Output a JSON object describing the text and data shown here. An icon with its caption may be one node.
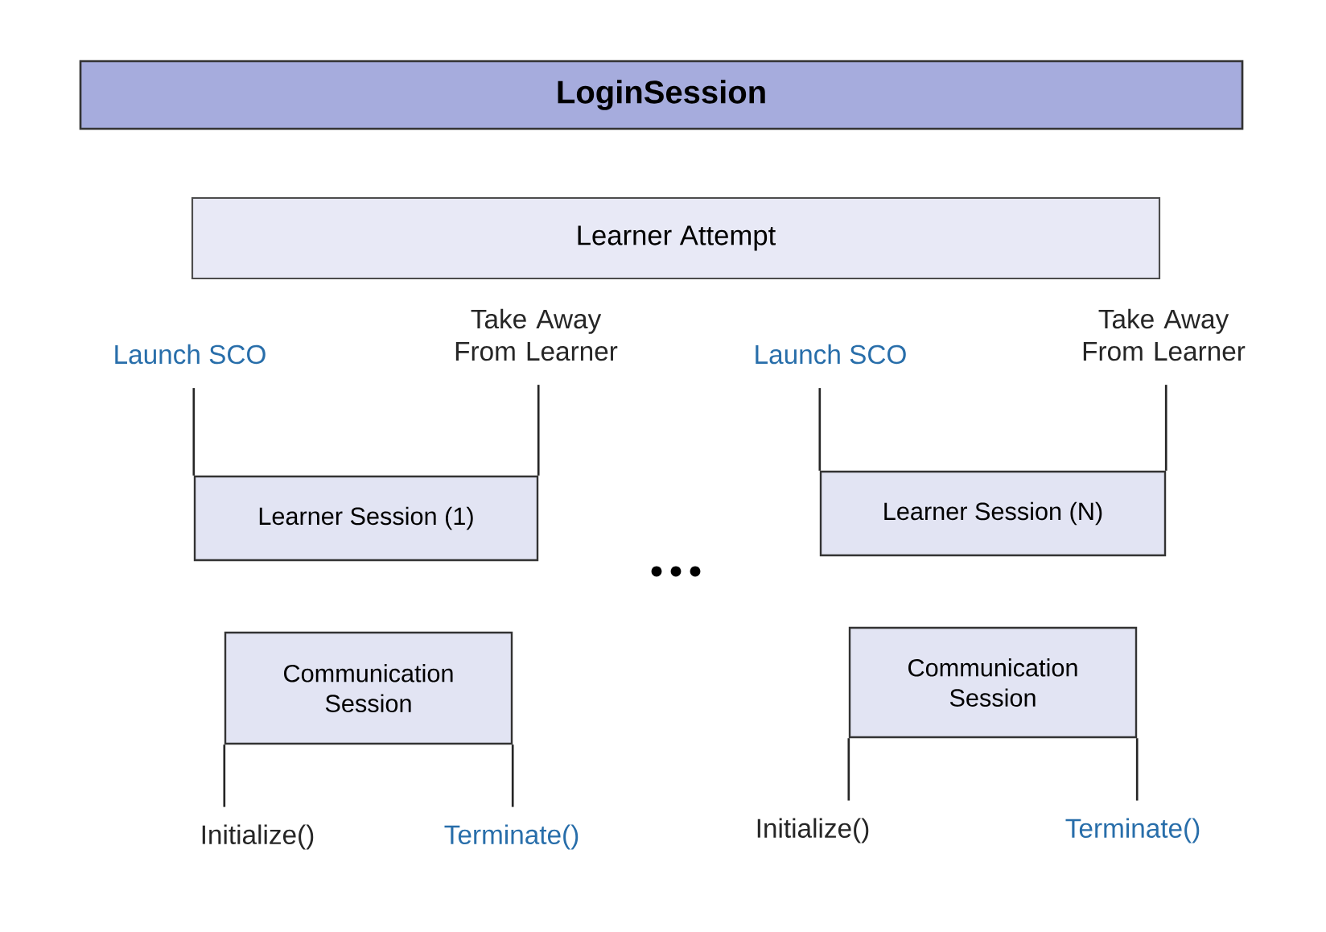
{
  "diagram": {
    "nodes": [
      {
        "text": [
          "LoginSession"
        ]
      },
      {
        "text": [
          "Learner Attempt"
        ]
      },
      {
        "text": [
          "Launch SCO"
        ]
      },
      {
        "text": [
          "Take Away From Learner"
        ]
      },
      {
        "text": [
          "Learner Session (1)"
        ]
      },
      {
        "text": [
          "Launch SCO"
        ]
      },
      {
        "text": [
          "Take Away From Learner"
        ]
      },
      {
        "text": [
          "Learner Session (N)"
        ]
      },
      {
        "text": [
          "Communication Session"
        ]
      },
      {
        "text": [
          "Initialize()"
        ]
      },
      {
        "text": [
          "Terminate()"
        ]
      },
      {
        "text": [
          "Communication Session"
        ]
      },
      {
        "text": [
          "Initialize()"
        ]
      },
      {
        "text": [
          "Terminate()"
        ]
      }
    ],
    "edges": [
      {
        "from": 2,
        "to": 4,
        "arrow": "none"
      },
      {
        "from": 3,
        "to": 4,
        "arrow": "none"
      },
      {
        "from": 5,
        "to": 7,
        "arrow": "none"
      },
      {
        "from": 6,
        "to": 7,
        "arrow": "none"
      },
      {
        "from": 8,
        "to": 9,
        "arrow": "none"
      },
      {
        "from": 8,
        "to": 10,
        "arrow": "none"
      },
      {
        "from": 11,
        "to": 12,
        "arrow": "none"
      },
      {
        "from": 11,
        "to": 13,
        "arrow": "none"
      }
    ]
  }
}
